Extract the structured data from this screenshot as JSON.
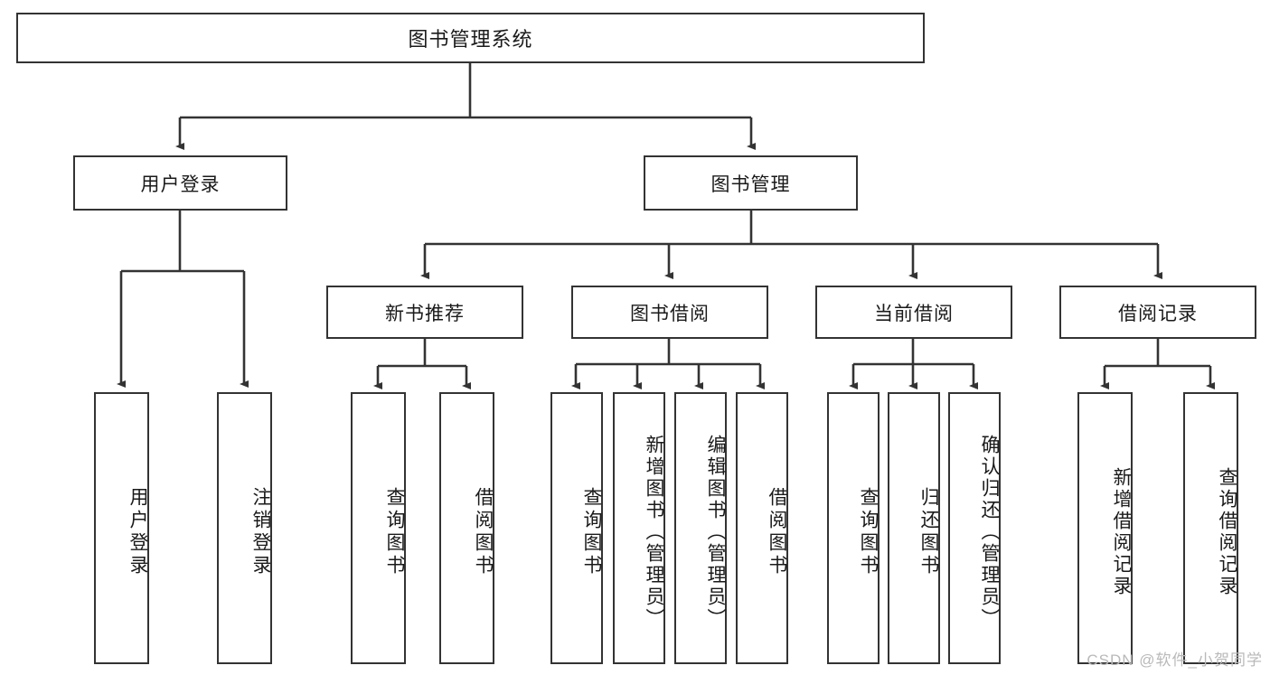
{
  "diagram": {
    "title": "图书管理系统",
    "type": "tree",
    "watermark": "CSDN @软件_小贺同学",
    "colors": {
      "box_border": "#333333",
      "box_fill": "#ffffff",
      "edge": "#333333",
      "text": "#1a1a1a",
      "watermark": "#b9b9b9"
    },
    "nodes": {
      "root": {
        "label": "图书管理系统",
        "level": 1
      },
      "l2": [
        {
          "id": "user-login",
          "label": "用户登录",
          "level": 2
        },
        {
          "id": "book-manage",
          "label": "图书管理",
          "level": 2
        }
      ],
      "l3": [
        {
          "id": "new-book-rec",
          "label": "新书推荐",
          "level": 3,
          "parent": "book-manage"
        },
        {
          "id": "book-borrow",
          "label": "图书借阅",
          "level": 3,
          "parent": "book-manage"
        },
        {
          "id": "current-borrow",
          "label": "当前借阅",
          "level": 3,
          "parent": "book-manage"
        },
        {
          "id": "borrow-record",
          "label": "借阅记录",
          "level": 3,
          "parent": "book-manage"
        }
      ],
      "leaves": [
        {
          "id": "leaf-user-login",
          "label": "用户登录",
          "parent": "user-login"
        },
        {
          "id": "leaf-logout",
          "label": "注销登录",
          "parent": "user-login"
        },
        {
          "id": "leaf-query-book-1",
          "label": "查询图书",
          "parent": "new-book-rec"
        },
        {
          "id": "leaf-borrow-book-1",
          "label": "借阅图书",
          "parent": "new-book-rec"
        },
        {
          "id": "leaf-query-book-2",
          "label": "查询图书",
          "parent": "book-borrow"
        },
        {
          "id": "leaf-add-book",
          "label": "新增图书（管理员）",
          "parent": "book-borrow"
        },
        {
          "id": "leaf-edit-book",
          "label": "编辑图书（管理员）",
          "parent": "book-borrow"
        },
        {
          "id": "leaf-borrow-book-2",
          "label": "借阅图书",
          "parent": "book-borrow"
        },
        {
          "id": "leaf-query-book-3",
          "label": "查询图书",
          "parent": "current-borrow"
        },
        {
          "id": "leaf-return-book",
          "label": "归还图书",
          "parent": "current-borrow"
        },
        {
          "id": "leaf-confirm-return",
          "label": "确认归还（管理员）",
          "parent": "current-borrow"
        },
        {
          "id": "leaf-add-record",
          "label": "新增借阅记录",
          "parent": "borrow-record"
        },
        {
          "id": "leaf-query-record",
          "label": "查询借阅记录",
          "parent": "borrow-record"
        }
      ]
    }
  }
}
